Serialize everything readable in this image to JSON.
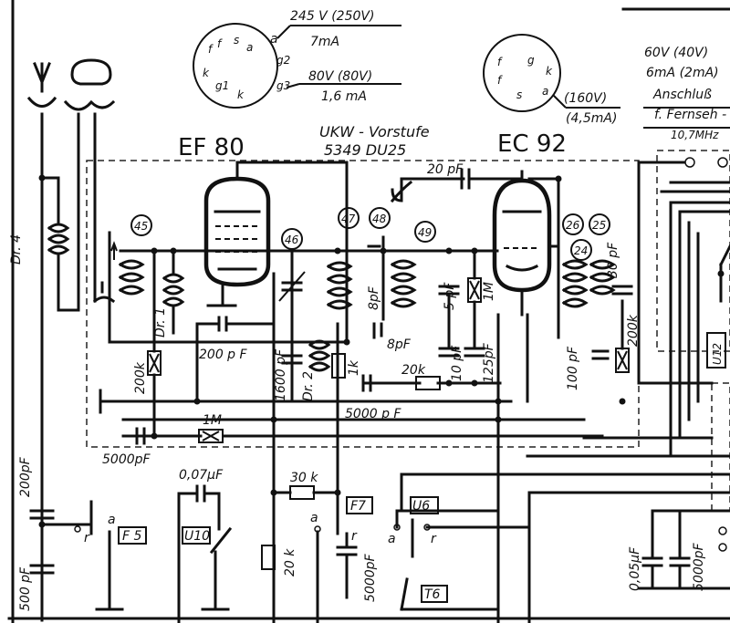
{
  "tubes": [
    {
      "id": "ef80",
      "name": "EF 80"
    },
    {
      "id": "ec92",
      "name": "EC 92"
    }
  ],
  "stage": {
    "title": "UKW - Vorstufe",
    "code": "5349 DU25"
  },
  "ef80_socket": {
    "pins": [
      "f",
      "f",
      "s",
      "a",
      "k",
      "g1",
      "k",
      "g2",
      "g3"
    ],
    "anode": {
      "pin": "a",
      "volt": "245 V (250V)",
      "current": "7mA"
    },
    "screen": {
      "pin": "g2 g3",
      "volt": "80V (80V)",
      "current": "1,6 mA"
    }
  },
  "ec92_socket": {
    "pins": [
      "f",
      "g",
      "f",
      "k",
      "s",
      "a"
    ],
    "anode": {
      "pin": "a",
      "volt": "(160V)",
      "current": "(4,5mA)"
    }
  },
  "top_right": {
    "line1": "60V (40V)",
    "line2": "6mA (2mA)",
    "line3": "Anschluß",
    "line4": "f. Fernseh -",
    "line5": "10,7MHz"
  },
  "markers": [
    "45",
    "46",
    "47",
    "48",
    "49",
    "26",
    "25",
    "24"
  ],
  "components": {
    "dr4": "Dr. 4",
    "dr1": "Dr. 1",
    "dr2": "Dr. 2",
    "c_200pf": "200 p F",
    "c_20pf": "20 pF",
    "c_8pf_a": "8pF",
    "c_8pf_b": "8pF",
    "c_5pf": "5 pF",
    "c_10pf": "10 pF",
    "c_125pf": "125pF",
    "c_30pf": "30 pF",
    "c_100pf": "100 pF",
    "c_1600pf": "1600 pF",
    "c_5000pf_a": "5000 p F",
    "c_5000pf_b": "5000pF",
    "c_5000pf_c": "5000pF",
    "c_5000pf_d": "5000pF",
    "c_200pf_left": "200pF",
    "c_500pf_left": "500 pF",
    "c_007uf": "0,07µF",
    "c_005uf": "0,05µF",
    "r_200k": "200k",
    "r_200k_b": "200k",
    "r_1m": "1M",
    "r_1m_b": "1M",
    "r_1k": "1k",
    "r_20k": "20k",
    "r_20k_b": "20 k",
    "r_30k": "30 k"
  },
  "switches": {
    "f5": "F 5",
    "f7": "F7",
    "u6": "U6",
    "u10": "U10",
    "t6": "T6",
    "u12": "U12",
    "a": "a",
    "r": "r"
  }
}
